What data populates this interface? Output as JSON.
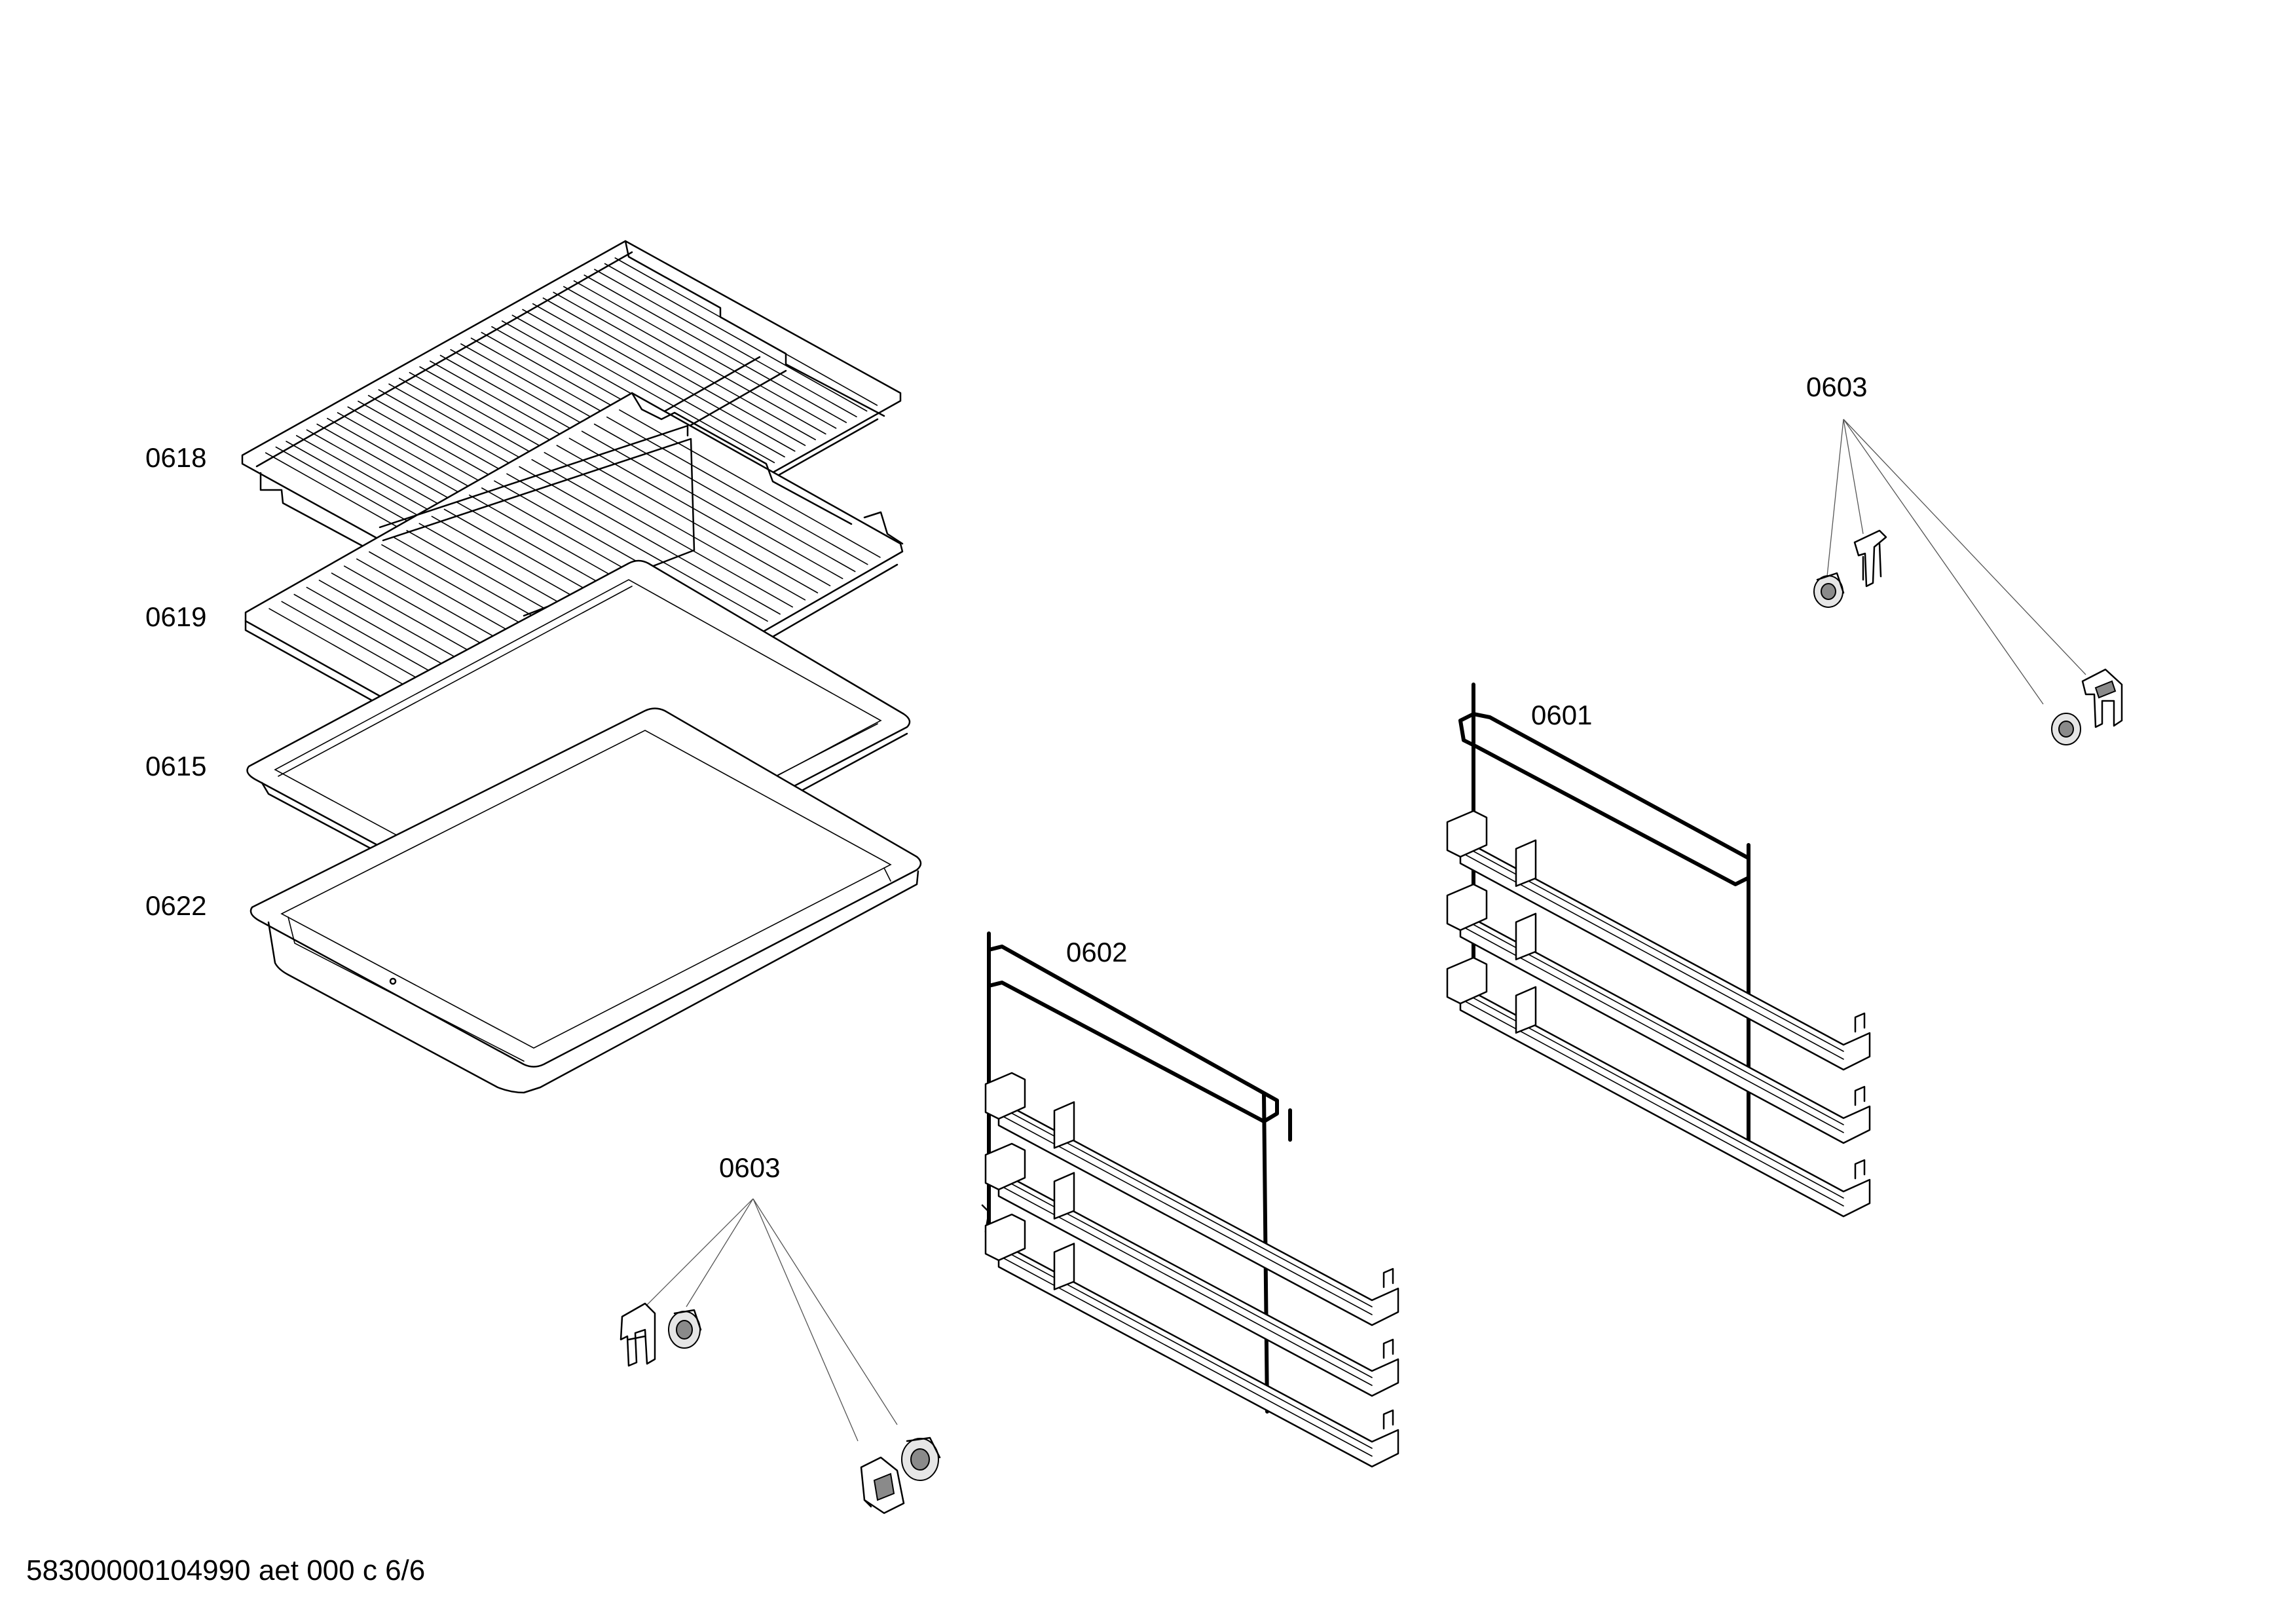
{
  "diagram": {
    "parts": [
      {
        "id": "wire-shelf",
        "label": "0618"
      },
      {
        "id": "grill-rack",
        "label": "0619"
      },
      {
        "id": "baking-tray",
        "label": "0615"
      },
      {
        "id": "deep-pan",
        "label": "0622"
      },
      {
        "id": "rail-left",
        "label": "0602"
      },
      {
        "id": "rail-right",
        "label": "0601"
      },
      {
        "id": "fasteners-right",
        "label": "0603"
      },
      {
        "id": "fasteners-left",
        "label": "0603"
      }
    ],
    "footer": "58300000104990 aet 000 c 6/6"
  }
}
